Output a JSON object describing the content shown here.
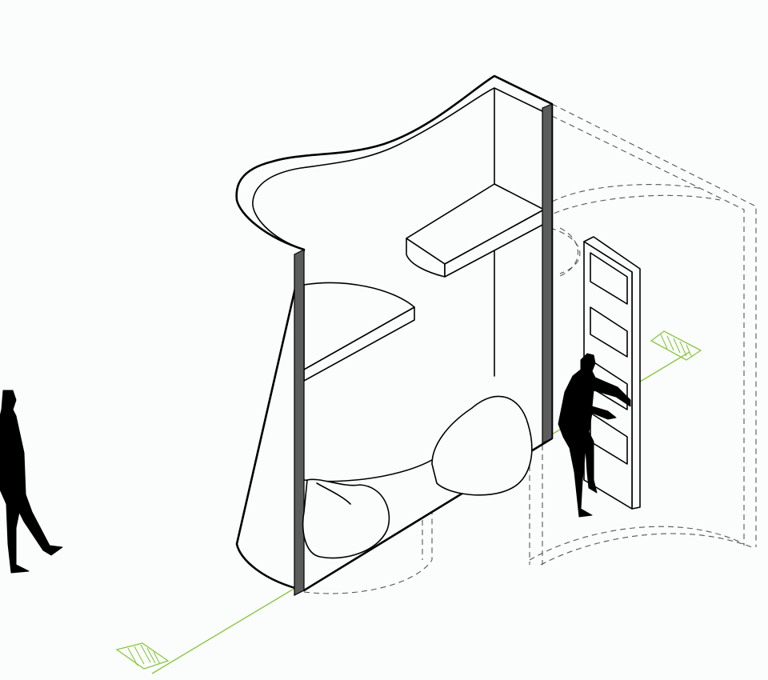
{
  "palette": {
    "background": "#fbfdfd",
    "line": "#000000",
    "hidden_line": "#555555",
    "edge_panel": "#5c5c5c",
    "section_line": "#8cc63f"
  },
  "elements": {
    "section_line": "section-cut-line",
    "pods": "curved-sleeping-pod",
    "ladder": "ladder",
    "people": [
      "walking-person",
      "climbing-person"
    ],
    "cushions": [
      "bean-bag-cushion",
      "bean-bag-cushion"
    ],
    "bunks": [
      "upper-bunk-shelf",
      "lower-bunk-shelf"
    ]
  }
}
